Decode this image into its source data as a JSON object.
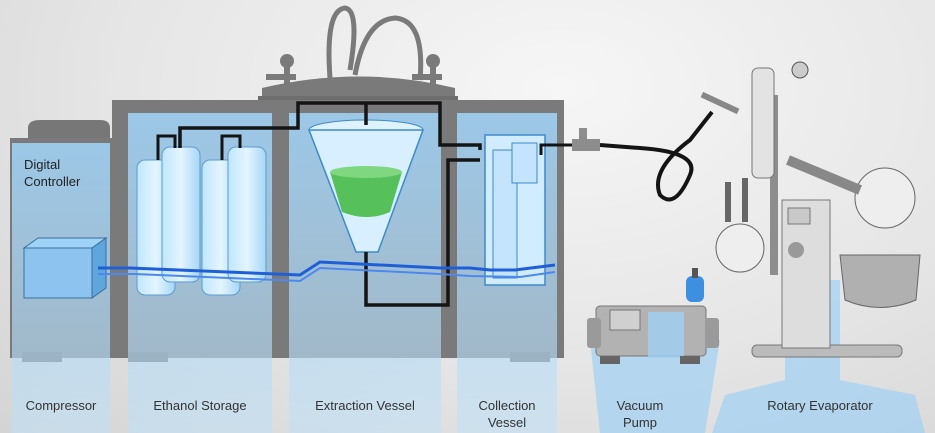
{
  "colors": {
    "machine_gray": "#7a7a7a",
    "panel_blue": "#8ec6ef",
    "pipe_black": "#141414",
    "pipe_blue": "#1e5fd8",
    "liquid_green": "#56c05a",
    "pump_gray": "#b0b0b0"
  },
  "labels": {
    "digital_controller": "Digital Controller",
    "compressor": "Compressor",
    "ethanol_storage": "Ethanol Storage",
    "extraction_vessel": "Extraction Vessel",
    "collection_vessel": "Collection Vessel",
    "vacuum_pump": "Vacuum Pump",
    "rotary_evaporator": "Rotary Evaporator"
  }
}
